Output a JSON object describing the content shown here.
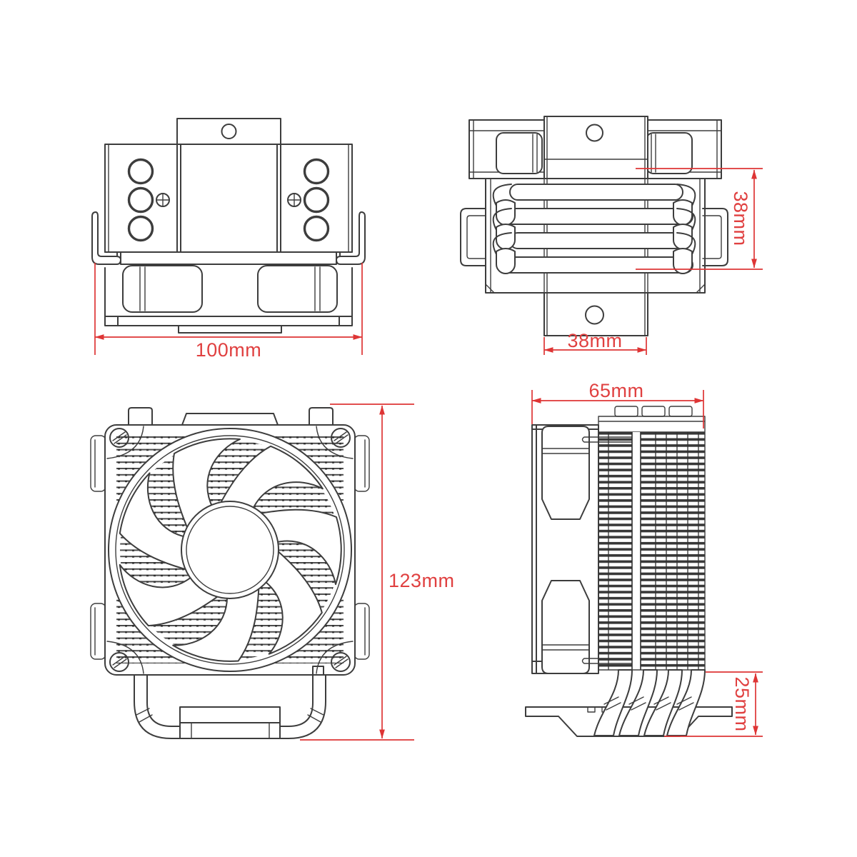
{
  "colors": {
    "line": "#3d3d3d",
    "dimension_line": "#de3535",
    "dimension_text": "#e04040",
    "fin_dark": "#383838",
    "background": "#ffffff"
  },
  "dimensions": {
    "top_view_width": "100mm",
    "rear_view_depth": "38mm",
    "rear_view_bracket_width": "38mm",
    "side_view_depth": "65mm",
    "front_view_height": "123mm",
    "side_view_base_height": "25mm"
  }
}
